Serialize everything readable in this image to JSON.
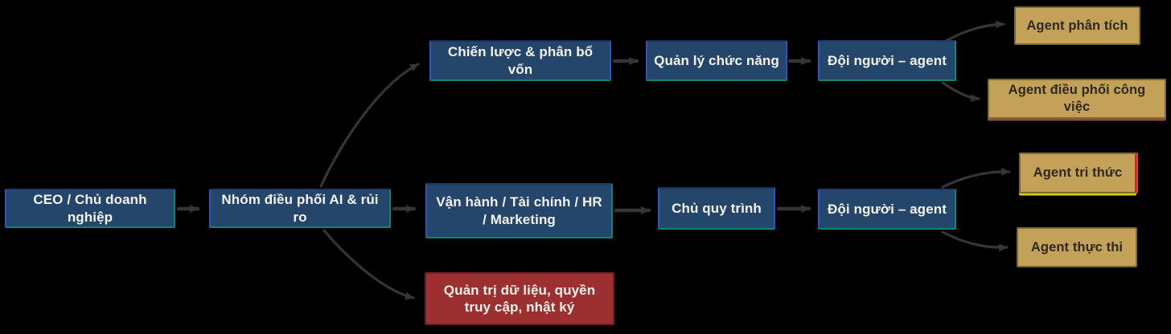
{
  "diagram": {
    "type": "flowchart",
    "direction": "left-to-right",
    "background": "#000000",
    "nodes": {
      "ceo": {
        "label": "CEO / Chủ doanh nghiệp",
        "style": "navy"
      },
      "coord": {
        "label": "Nhóm điều phối AI & rủi ro",
        "style": "navy"
      },
      "strategy": {
        "label": "Chiến lược & phân bổ vốn",
        "style": "navy"
      },
      "func_mgr": {
        "label": "Quản lý chức năng",
        "style": "navy"
      },
      "team_top": {
        "label": "Đội người – agent",
        "style": "navy"
      },
      "agent_analysis": {
        "label": "Agent phân tích",
        "style": "gold"
      },
      "agent_orchestration": {
        "label": "Agent điều phối công việc",
        "style": "gold"
      },
      "operations": {
        "label": "Vận hành / Tài chính / HR\n/ Marketing",
        "style": "navy"
      },
      "process_owner": {
        "label": "Chủ quy trình",
        "style": "navy"
      },
      "team_mid": {
        "label": "Đội người – agent",
        "style": "navy"
      },
      "agent_knowledge": {
        "label": "Agent tri thức",
        "style": "gold"
      },
      "agent_execution": {
        "label": "Agent thực thi",
        "style": "gold"
      },
      "governance": {
        "label": "Quản trị dữ liệu, quyền\ntruy cập, nhật ký",
        "style": "red"
      }
    },
    "edges": [
      {
        "from": "ceo",
        "to": "coord"
      },
      {
        "from": "coord",
        "to": "strategy"
      },
      {
        "from": "coord",
        "to": "operations"
      },
      {
        "from": "coord",
        "to": "governance"
      },
      {
        "from": "strategy",
        "to": "func_mgr"
      },
      {
        "from": "func_mgr",
        "to": "team_top"
      },
      {
        "from": "team_top",
        "to": "agent_analysis"
      },
      {
        "from": "team_top",
        "to": "agent_orchestration"
      },
      {
        "from": "operations",
        "to": "process_owner"
      },
      {
        "from": "process_owner",
        "to": "team_mid"
      },
      {
        "from": "team_mid",
        "to": "agent_knowledge"
      },
      {
        "from": "team_mid",
        "to": "agent_execution"
      }
    ],
    "colors": {
      "navy_fill": "#23466a",
      "navy_border_blue": "#2956c6",
      "navy_border_teal": "#0f8578",
      "gold_fill": "#c3a159",
      "gold_border": "#7c6c31",
      "gold_accent_red": "#cc2b1e",
      "gold_accent_yellow": "#d9d400",
      "red_fill": "#9c2f2f",
      "red_border": "#6e2020",
      "arrow": "#353535",
      "text_light": "#f4f2ee",
      "text_dark": "#2e2a20"
    }
  }
}
